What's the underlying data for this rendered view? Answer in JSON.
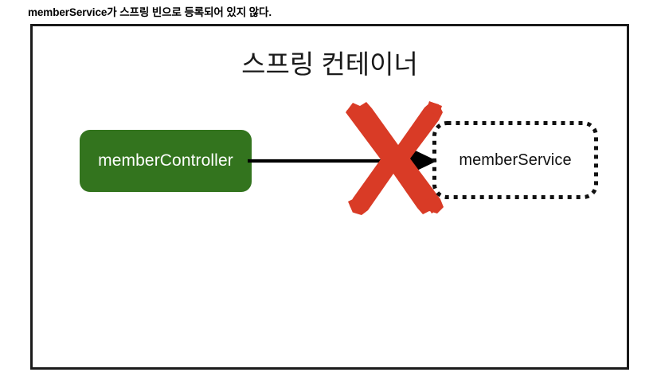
{
  "caption": {
    "text": "memberService가 스프링 빈으로 등록되어 있지 않다."
  },
  "diagram": {
    "container_title": "스프링 컨테이너",
    "nodes": [
      {
        "id": "member-controller",
        "label": "memberController",
        "style": "filled-rounded-rect",
        "fill": "#33741E",
        "text_color": "#FFFFFF",
        "registered": true
      },
      {
        "id": "member-service",
        "label": "memberService",
        "style": "dotted-rounded-rect",
        "fill": "transparent",
        "border_color": "#111111",
        "text_color": "#111111",
        "registered": false
      }
    ],
    "edges": [
      {
        "id": "controller-to-service",
        "from": "member-controller",
        "to": "member-service",
        "label": "",
        "color": "#000000",
        "blocked": true
      }
    ],
    "annotations": [
      {
        "id": "blocked-marker",
        "type": "x-mark",
        "color": "#D93B26",
        "meaning": "dependency-not-resolvable"
      }
    ],
    "frame": {
      "border_color": "#1A1A1A",
      "background": "#FFFFFF"
    }
  }
}
